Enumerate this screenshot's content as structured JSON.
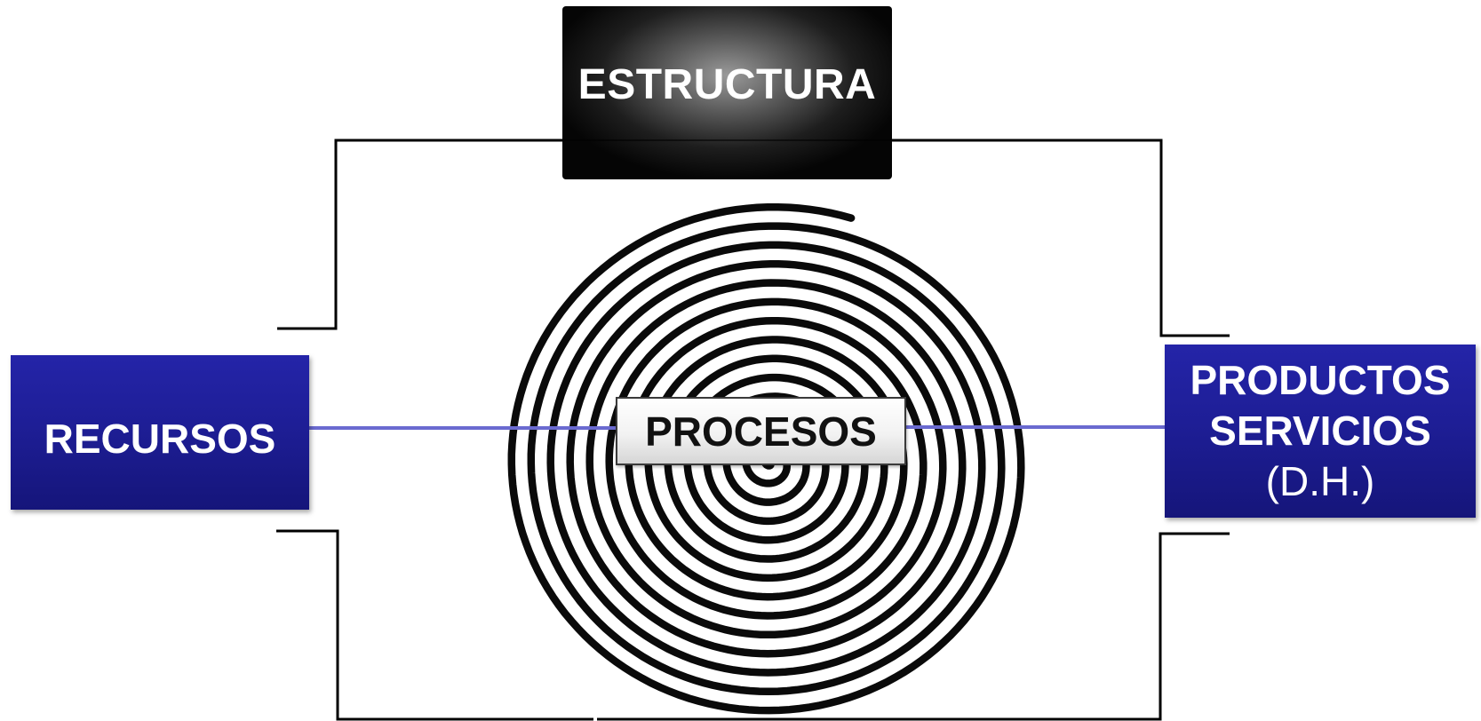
{
  "diagram": {
    "nodes": {
      "estructura": {
        "label": "ESTRUCTURA"
      },
      "recursos": {
        "label": "RECURSOS"
      },
      "procesos": {
        "label": "PROCESOS"
      },
      "productos": {
        "line1": "PRODUCTOS",
        "line2": "SERVICIOS",
        "line3": "(D.H.)"
      }
    },
    "edges": [
      {
        "from": "recursos",
        "to": "procesos"
      },
      {
        "from": "procesos",
        "to": "productos"
      }
    ],
    "colors": {
      "node_blue": "#1e1e96",
      "connector_blue": "#6a6ad0",
      "frame_black": "#000000"
    },
    "icons": [
      "spiral-icon"
    ]
  }
}
